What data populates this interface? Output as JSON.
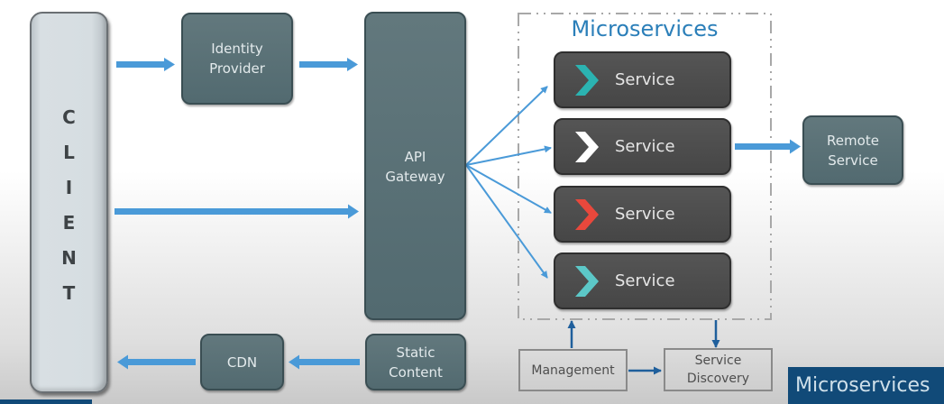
{
  "diagram": {
    "client": {
      "label": "CLIENT",
      "letters": [
        "C",
        "L",
        "I",
        "E",
        "N",
        "T"
      ]
    },
    "identity_provider": {
      "line1": "Identity",
      "line2": "Provider"
    },
    "api_gateway": {
      "line1": "API",
      "line2": "Gateway"
    },
    "cdn": {
      "label": "CDN"
    },
    "static_content": {
      "line1": "Static",
      "line2": "Content"
    },
    "microservices": {
      "title": "Microservices",
      "services": [
        {
          "label": "Service",
          "chevron_color": "#2bb3b1",
          "chevron_icon": "chevron-right-icon"
        },
        {
          "label": "Service",
          "chevron_color": "#ffffff",
          "chevron_icon": "chevron-right-icon"
        },
        {
          "label": "Service",
          "chevron_color": "#e8483c",
          "chevron_icon": "chevron-right-icon"
        },
        {
          "label": "Service",
          "chevron_color": "#5cc8c8",
          "chevron_icon": "chevron-right-icon"
        }
      ]
    },
    "remote_service": {
      "line1": "Remote",
      "line2": "Service"
    },
    "management": {
      "label": "Management"
    },
    "service_discovery": {
      "line1": "Service",
      "line2": "Discovery"
    },
    "connections": [
      {
        "from": "Client",
        "to": "Identity Provider"
      },
      {
        "from": "Identity Provider",
        "to": "API Gateway"
      },
      {
        "from": "Client",
        "to": "API Gateway"
      },
      {
        "from": "API Gateway",
        "to": "Service 1"
      },
      {
        "from": "API Gateway",
        "to": "Service 2"
      },
      {
        "from": "API Gateway",
        "to": "Service 3"
      },
      {
        "from": "API Gateway",
        "to": "Service 4"
      },
      {
        "from": "Service 2",
        "to": "Remote Service"
      },
      {
        "from": "Static Content",
        "to": "CDN"
      },
      {
        "from": "CDN",
        "to": "Client"
      },
      {
        "from": "Management",
        "to": "Microservices"
      },
      {
        "from": "Microservices",
        "to": "Service Discovery"
      },
      {
        "from": "Management",
        "to": "Service Discovery"
      }
    ]
  },
  "corner_badge": {
    "label": "Microservices"
  },
  "colors": {
    "arrow_blue": "#4a9ad8",
    "thin_arrow_blue": "#1f5f9c",
    "title_blue": "#2b7fb9",
    "node_teal": "#5a7075",
    "service_dark": "#4d4d4d",
    "badge_navy": "#114a78"
  }
}
